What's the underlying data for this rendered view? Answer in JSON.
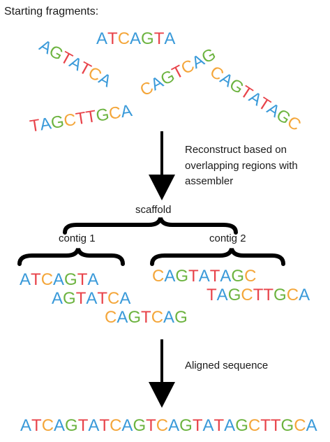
{
  "colors": {
    "A": "#3a9ad9",
    "T": "#e8434a",
    "C": "#f4a63a",
    "G": "#6cb33f",
    "text": "#1a1a1a"
  },
  "labels": {
    "starting": "Starting fragments:",
    "step1_line1": "Reconstruct based on",
    "step1_line2": "overlapping regions with",
    "step1_line3": "assembler",
    "scaffold": "scaffold",
    "contig1": "contig 1",
    "contig2": "contig 2",
    "step2": "Aligned sequence"
  },
  "fragments": [
    {
      "name": "fragment-atcagta",
      "seq": "ATCAGTA"
    },
    {
      "name": "fragment-agtatca",
      "seq": "AGTATCA"
    },
    {
      "name": "fragment-cagtcag",
      "seq": "CAGTCAG"
    },
    {
      "name": "fragment-cagtatagc",
      "seq": "CAGTATAGC"
    },
    {
      "name": "fragment-tagcttgca",
      "seq": "TAGCTTGCA"
    }
  ],
  "contig1": [
    "ATCAGTA",
    "AGTATCA",
    "CAGTCAG"
  ],
  "contig2": [
    "CAGTATAGC",
    "TAGCTTGCA"
  ],
  "final_sequence": "ATCAGTATCAGTCAGTATAGCTTGCA"
}
